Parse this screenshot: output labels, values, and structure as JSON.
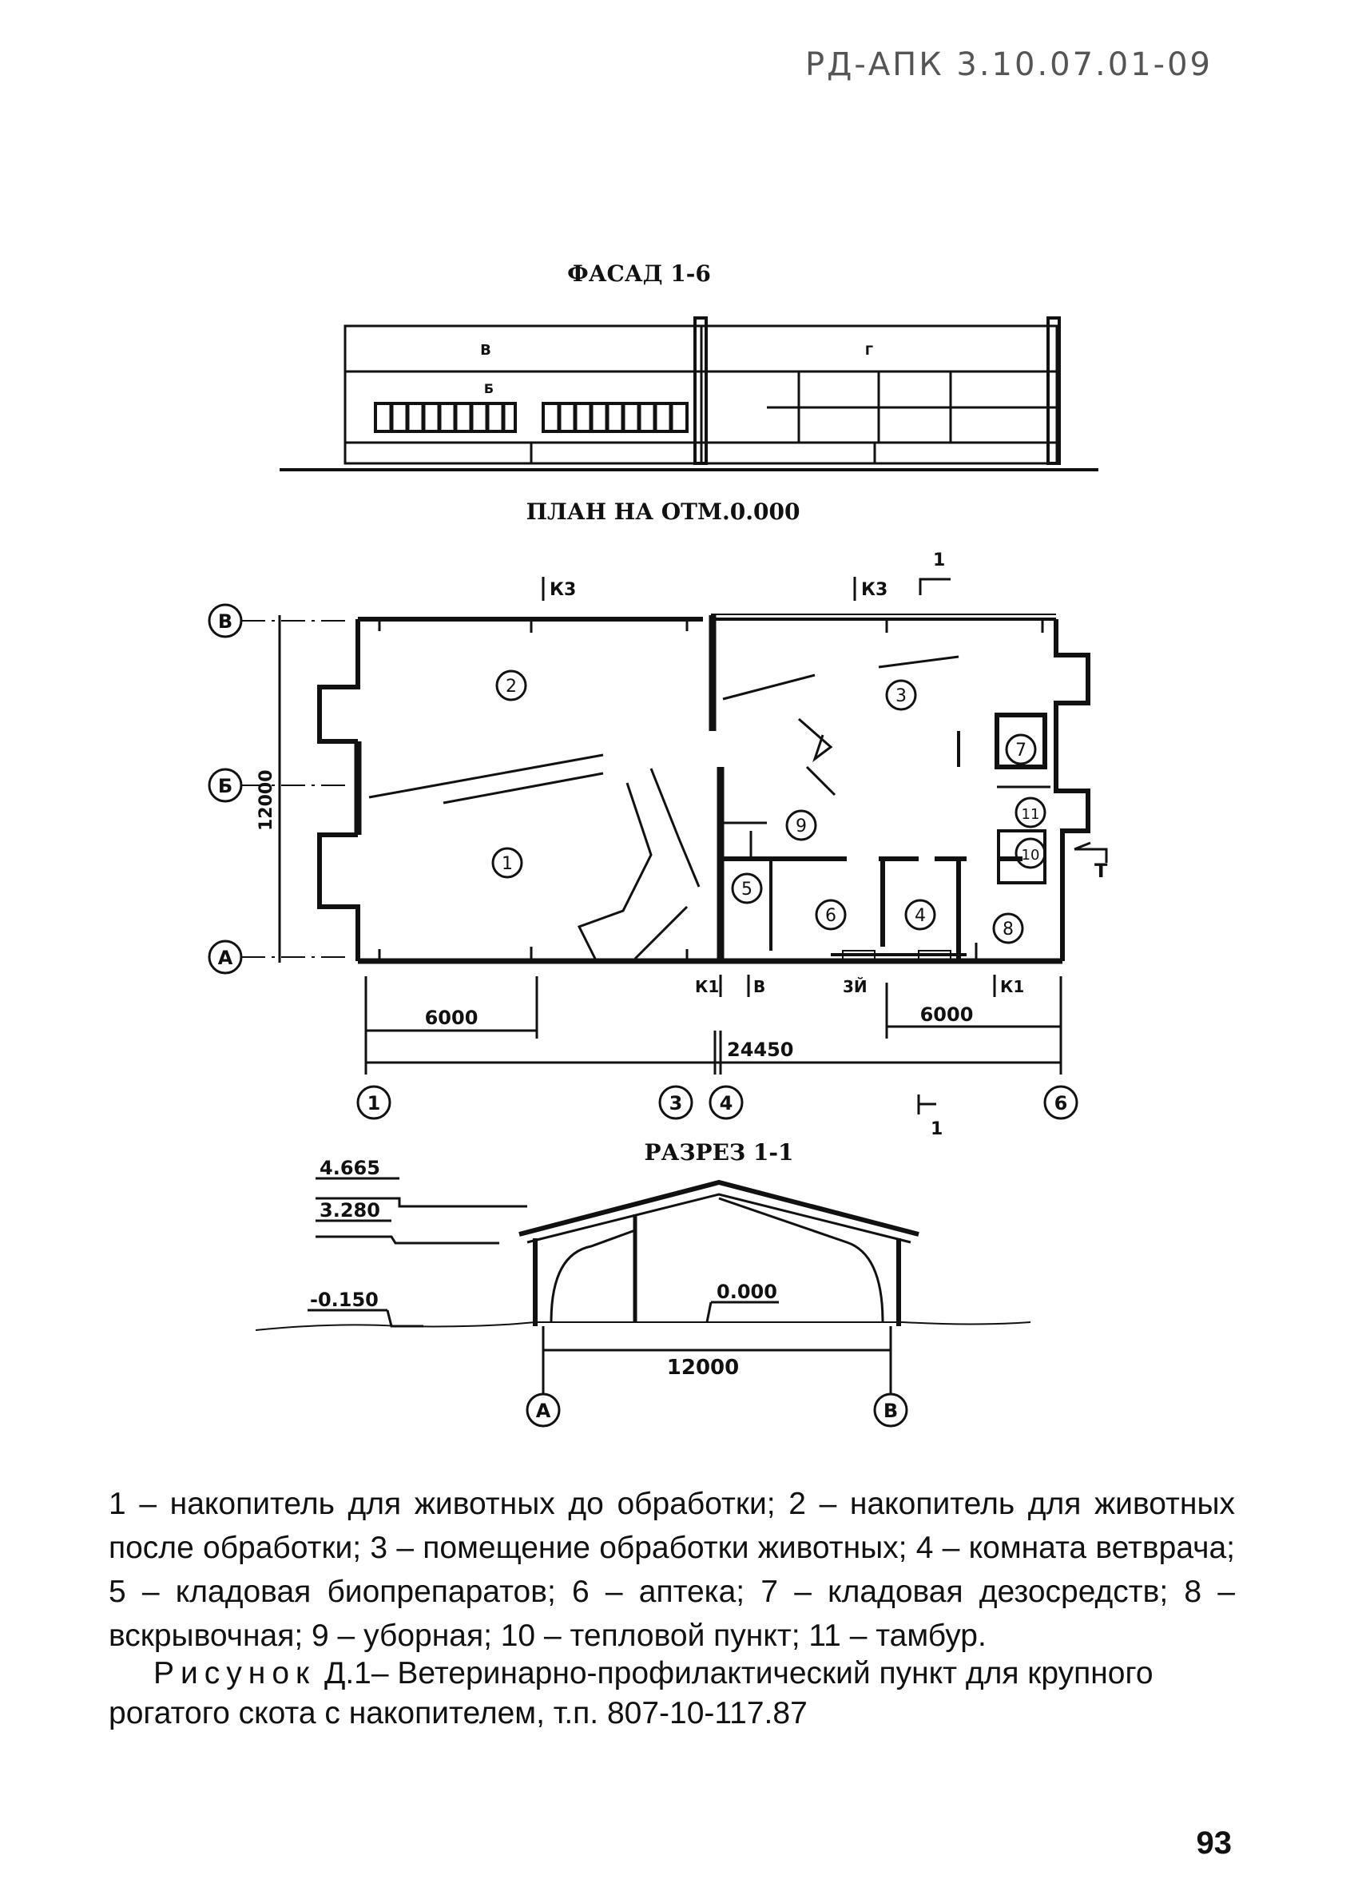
{
  "header": {
    "doc_code": "РД-АПК 3.10.07.01-09"
  },
  "drawing": {
    "facade_title": "ФАСАД 1-6",
    "facade_marks": [
      "В",
      "Б",
      "Г"
    ],
    "plan_title": "ПЛАН НА ОТМ.0.000",
    "section_title": "РАЗРЕЗ 1-1",
    "axes_rows": [
      "В",
      "Б",
      "А"
    ],
    "axes_cols": [
      "1",
      "3",
      "4",
      "6"
    ],
    "section_axes": [
      "А",
      "В"
    ],
    "room_numbers": [
      "1",
      "2",
      "3",
      "4",
      "5",
      "6",
      "7",
      "8",
      "9",
      "10",
      "11"
    ],
    "dimensions": {
      "height_dim": "12000",
      "left_bay": "6000",
      "right_bay": "6000",
      "total": "24450",
      "section_span": "12000"
    },
    "marks": {
      "k3_left": "К3",
      "k3_right": "К3",
      "cut_top": "1",
      "cut_bottom": "1",
      "t_mark": "Т",
      "k1_left": "К1",
      "b_mark": "В",
      "zi_mark": "3Й",
      "k1_right": "К1"
    },
    "levels": [
      "4.665",
      "3.280",
      "-0.150",
      "0.000"
    ]
  },
  "legend": {
    "text": "1 – накопитель для животных до обработки; 2 – накопитель для животных после обработки; 3 – помещение обработки животных; 4 – комната ветврача; 5 – кладовая биопрепаратов; 6 – аптека; 7 – кладовая дезосредств; 8 – вскрывочная; 9 – уборная; 10 – тепловой пункт; 11 – тамбур."
  },
  "figure": {
    "label": "Рисунок",
    "number": "Д.1",
    "title": "– Ветеринарно-профилактический пункт для крупного рогатого скота с накопителем, т.п. 807-10-117.87"
  },
  "page_number": "93"
}
